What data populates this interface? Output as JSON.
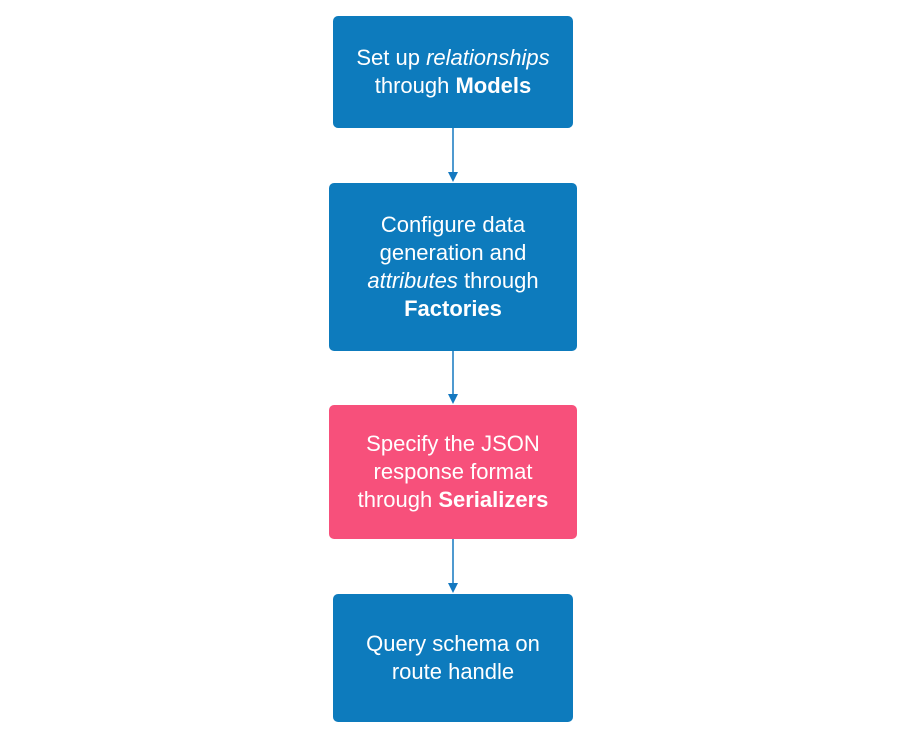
{
  "colors": {
    "primary_box": "#0d7bbd",
    "highlight_box": "#f7507b",
    "arrow": "#1478c0",
    "text": "#ffffff"
  },
  "steps": [
    {
      "style": "primary",
      "lines": [
        {
          "a": "Set up ",
          "b": "relationships"
        },
        {
          "a": "through ",
          "b": "Models"
        }
      ]
    },
    {
      "style": "primary",
      "lines": [
        {
          "a": "Configure data"
        },
        {
          "a": "generation and"
        },
        {
          "a": "attributes",
          "b": " through"
        },
        {
          "a": "Factories"
        }
      ]
    },
    {
      "style": "highlight",
      "lines": [
        {
          "a": "Specify the JSON"
        },
        {
          "a": "response format"
        },
        {
          "a": "through ",
          "b": "Serializers"
        }
      ]
    },
    {
      "style": "primary",
      "lines": [
        {
          "a": "Query schema on"
        },
        {
          "a": "route handle"
        }
      ]
    }
  ]
}
